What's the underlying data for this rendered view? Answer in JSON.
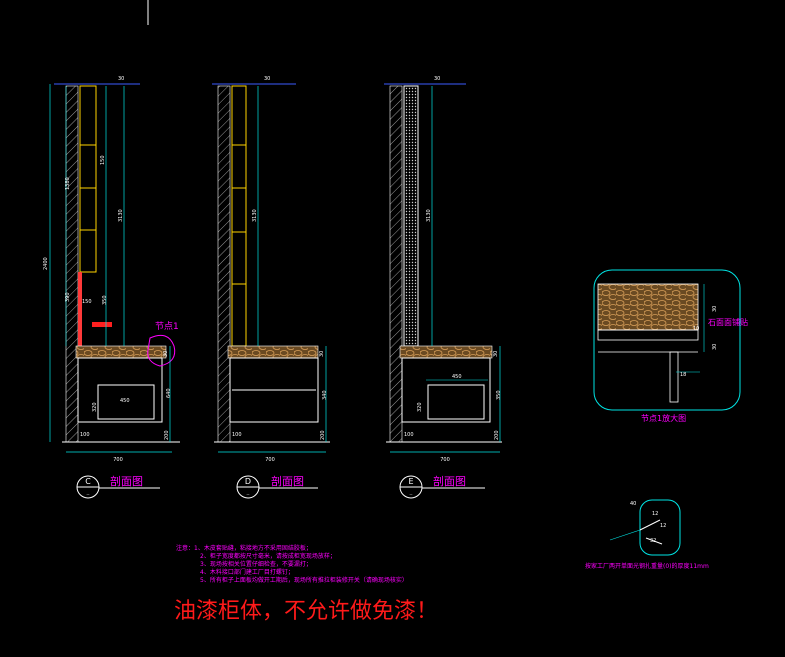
{
  "sections": [
    {
      "id": "C",
      "circle_letter": "C",
      "title": "剖面图",
      "dims": {
        "top": "30",
        "total_height": "2400",
        "upper_span": "1380",
        "shelf_span": "3130",
        "mid_a": "390",
        "mid_b": "150",
        "mid_c": "350",
        "base_a": "30",
        "base_b": "640",
        "base_c": "100",
        "base_d": "320",
        "base_e": "200",
        "drawer": "450",
        "bottom_width": "700"
      },
      "node_label": "节点1"
    },
    {
      "id": "D",
      "circle_letter": "D",
      "title": "剖面图",
      "dims": {
        "top": "30",
        "shelf_span": "3130",
        "base_a": "30",
        "base_b": "340",
        "base_c": "100",
        "base_e": "200",
        "bottom_width": "700"
      }
    },
    {
      "id": "E",
      "circle_letter": "E",
      "title": "剖面图",
      "dims": {
        "top": "30",
        "shelf_span": "3130",
        "base_a": "30",
        "base_b": "350",
        "base_c": "100",
        "base_d": "320",
        "base_e": "200",
        "drawer": "450",
        "bottom_width": "700"
      }
    }
  ],
  "detail_node": {
    "caption": "节点1放大图",
    "label": "石面面铺贴",
    "dims": [
      "10",
      "30",
      "18",
      "30"
    ]
  },
  "detail_small": {
    "caption": "按家工厂两开单面光钢扎重量(0)的厚度11mm",
    "dims": [
      "40",
      "12",
      "12",
      "32"
    ]
  },
  "notes": [
    "注意：1、木皮套贴缝，粘接地方不采用固结胶板；",
    "2、柜子宽度都按尺寸毫米，请按成柜宽现场放样；",
    "3、现场按相关位置仔细检查，不要漏打；",
    "4、木料接口部门建工厂目打螺钉；",
    "5、所有柜子上面板均做开工期后，现场所有推拉柜装修开关（请确现场核实）"
  ],
  "warning": "油漆柜体，不允许做免漆！",
  "colors": {
    "background": "#000000",
    "line_white": "#ffffff",
    "dim_cyan": "#00e5e5",
    "label_magenta": "#ff00ff",
    "warning_red": "#ff1a1a",
    "wood_orange": "#c8641e"
  }
}
